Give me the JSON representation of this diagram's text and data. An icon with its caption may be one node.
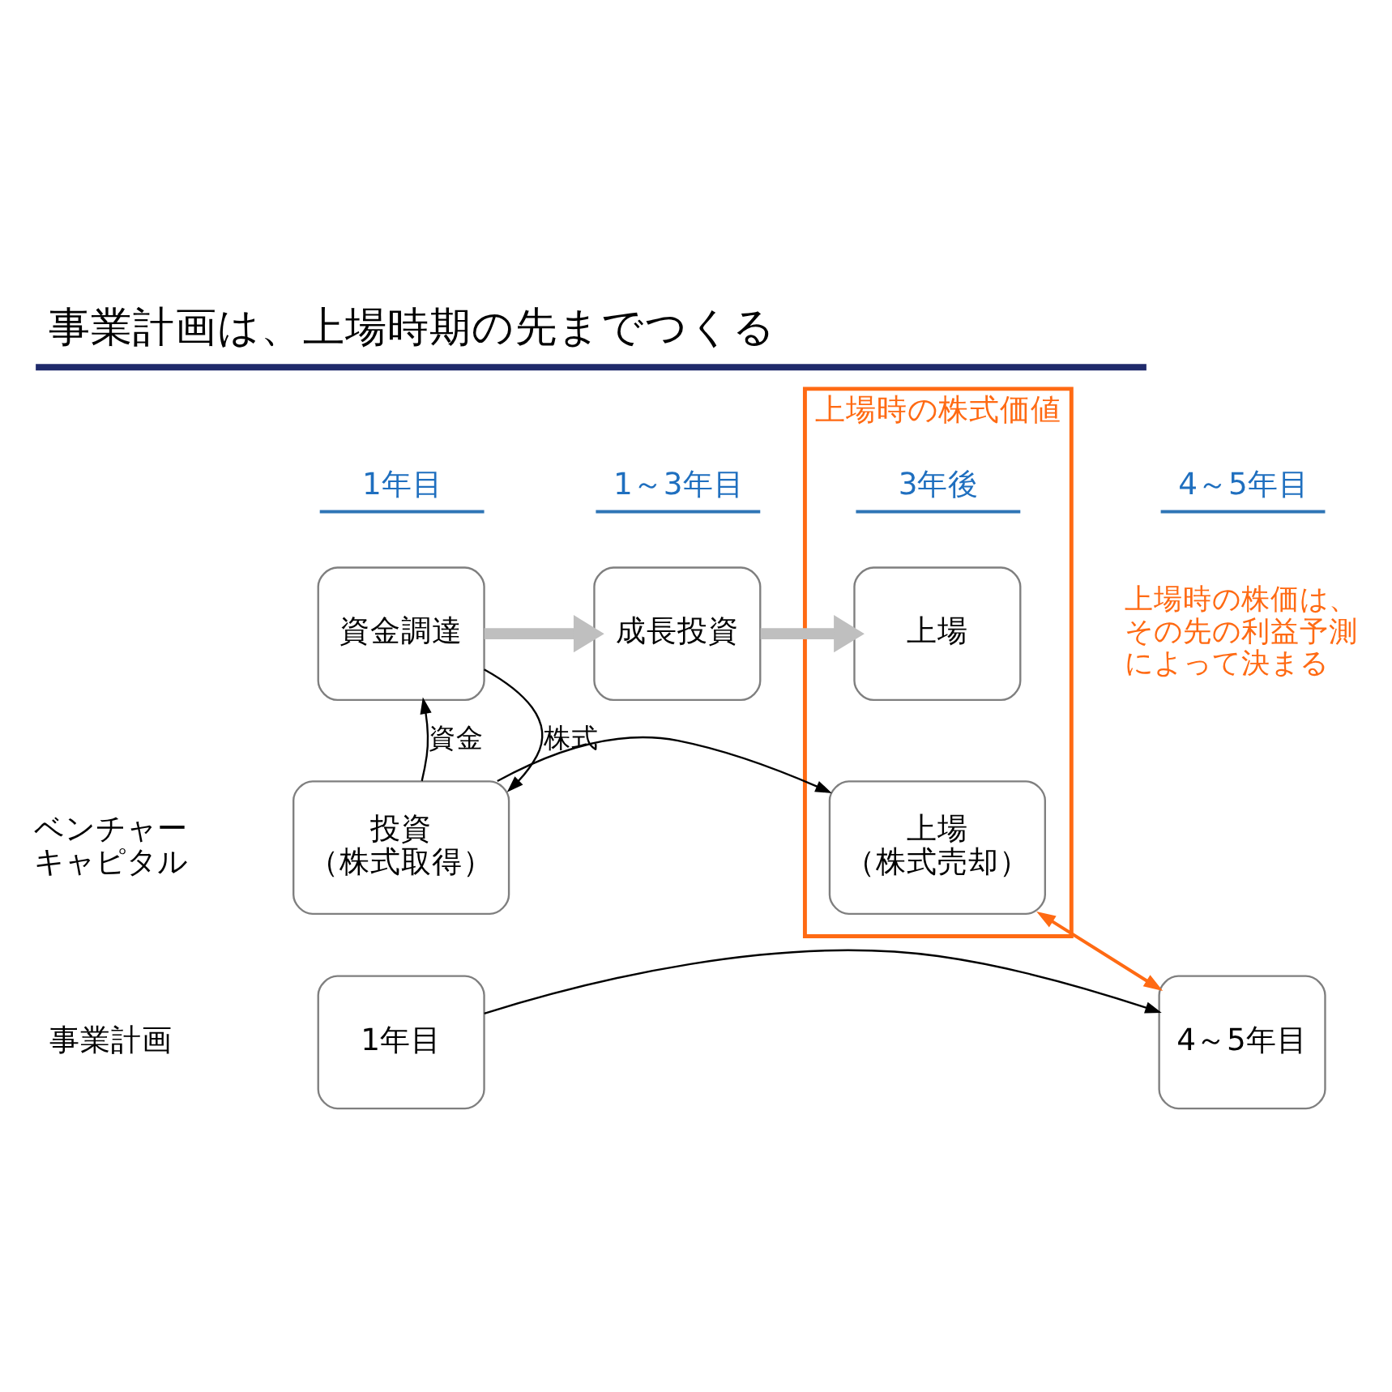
{
  "diagram": {
    "title": "事業計画は、上場時期の先までつくる",
    "nodes": [
      {
        "text": [
          "上場時の株式価値"
        ]
      },
      {
        "text": [
          "資金調達"
        ]
      },
      {
        "text": [
          "成長投資"
        ]
      },
      {
        "text": [
          "上場"
        ],
        "in": 0
      },
      {
        "text": [
          "投資",
          "（株式取得）"
        ]
      },
      {
        "text": [
          "上場",
          "（株式売却）"
        ],
        "in": 0
      },
      {
        "text": [
          "1年目"
        ]
      },
      {
        "text": [
          "4～5年目"
        ]
      }
    ],
    "edges": [
      {
        "from": 1,
        "to": 2,
        "arrow": "to",
        "style": "thick",
        "color": "#bfbfbf"
      },
      {
        "from": 2,
        "to": 3,
        "arrow": "to",
        "style": "thick",
        "color": "#bfbfbf"
      },
      {
        "from": 1,
        "to": 4,
        "arrow": "to",
        "label": "株式"
      },
      {
        "from": 4,
        "to": 1,
        "arrow": "to",
        "label": "資金"
      },
      {
        "from": 4,
        "to": 5,
        "arrow": "to"
      },
      {
        "from": 5,
        "to": 7,
        "arrow": "both",
        "color": "#ff6a13"
      },
      {
        "from": 6,
        "to": 7,
        "arrow": "to"
      }
    ],
    "labels": [
      "1年目",
      "1～3年目",
      "3年後",
      "4～5年目",
      "上場時の株価は、その先の利益予測によって決まる",
      "ベンチャーキャピタル",
      "事業計画"
    ]
  }
}
